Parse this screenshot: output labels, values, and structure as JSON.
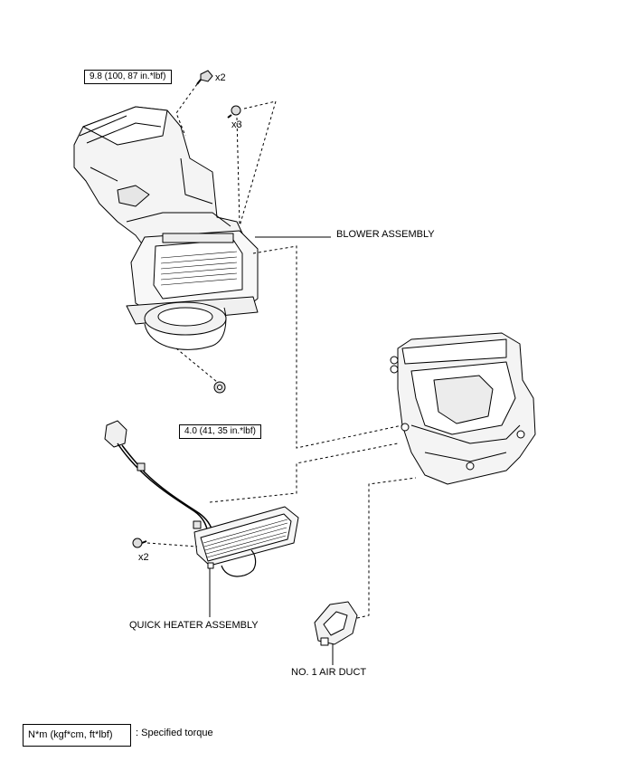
{
  "labels": {
    "blower_assembly": "BLOWER ASSEMBLY",
    "quick_heater_assembly": "QUICK HEATER ASSEMBLY",
    "no1_air_duct": "NO. 1 AIR DUCT"
  },
  "torques": {
    "upper_bolt": "9.8 (100, 87 in.*lbf)",
    "lower_nut": "4.0 (41, 35 in.*lbf)"
  },
  "quantities": {
    "upper_bolt": "x2",
    "top_screw": "x3",
    "heater_screw": "x2"
  },
  "legend": {
    "box_text": "N*m (kgf*cm, ft*lbf)",
    "description": ": Specified torque"
  }
}
